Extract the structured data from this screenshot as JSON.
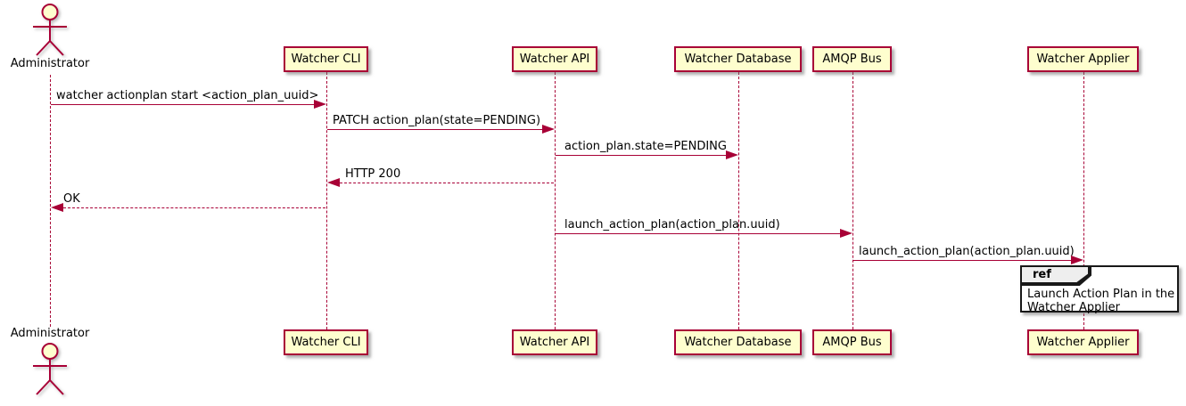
{
  "diagram": {
    "type": "sequence-diagram",
    "colors": {
      "accent": "#A80036",
      "participant_fill": "#FEFECE",
      "ref_header_fill": "#EEEEEE",
      "text": "#000000",
      "background": "#FFFFFF"
    },
    "actor": {
      "name": "Administrator"
    },
    "participants": [
      {
        "label": "Watcher CLI"
      },
      {
        "label": "Watcher API"
      },
      {
        "label": "Watcher Database"
      },
      {
        "label": "AMQP Bus"
      },
      {
        "label": "Watcher Applier"
      }
    ],
    "messages": [
      {
        "from": "Administrator",
        "to": "Watcher CLI",
        "style": "solid",
        "label": "watcher actionplan start <action_plan_uuid>"
      },
      {
        "from": "Watcher CLI",
        "to": "Watcher API",
        "style": "solid",
        "label": "PATCH action_plan(state=PENDING)"
      },
      {
        "from": "Watcher API",
        "to": "Watcher Database",
        "style": "solid",
        "label": "action_plan.state=PENDING"
      },
      {
        "from": "Watcher API",
        "to": "Watcher CLI",
        "style": "dashed",
        "label": "HTTP 200"
      },
      {
        "from": "Watcher CLI",
        "to": "Administrator",
        "style": "dashed",
        "label": "OK"
      },
      {
        "from": "Watcher API",
        "to": "AMQP Bus",
        "style": "solid",
        "label": "launch_action_plan(action_plan.uuid)"
      },
      {
        "from": "AMQP Bus",
        "to": "Watcher Applier",
        "style": "solid",
        "label": "launch_action_plan(action_plan.uuid)"
      }
    ],
    "ref": {
      "keyword": "ref",
      "text": "Launch Action Plan in the\nWatcher Applier"
    }
  }
}
